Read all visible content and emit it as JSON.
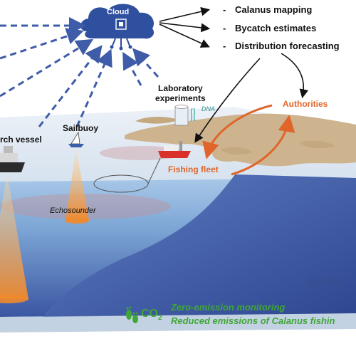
{
  "cloud": {
    "label": "Cloud"
  },
  "outputs": {
    "bullet": "-",
    "items": [
      "Calanus mapping",
      "Bycatch estimates",
      "Distribution forecasting"
    ]
  },
  "labels": {
    "lab_line1": "Laboratory",
    "lab_line2": "experiments",
    "dna": "DNA",
    "authorities": "Authorities",
    "fishing_fleet": "Fishing fleet",
    "research_vessel": "rch vessel",
    "sailbuoy": "Sailbuoy",
    "echosounder": "Echosounder",
    "project": "CliN-Blu",
    "co2": "CO",
    "co2_sub": "2",
    "zero_emission": "Zero-emission monitoring",
    "reduced_emissions": "Reduced emissions of Calanus fishin"
  },
  "colors": {
    "cloud": "#2f4f9f",
    "dashed_arrows": "#3e5ca8",
    "orange": "#e0652a",
    "green": "#3fa635",
    "ocean_light": "#8fb3d9",
    "ocean_deep": "#344f9a",
    "land": "#cdb48f"
  }
}
